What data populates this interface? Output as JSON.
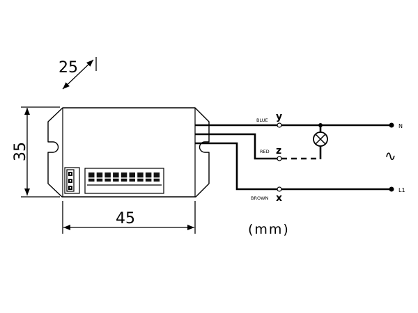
{
  "dimensions": {
    "depth": "25",
    "height": "35",
    "width": "45",
    "unit": "(mm)"
  },
  "wires": {
    "blue": {
      "color_label": "BLUE",
      "terminal": "y"
    },
    "red": {
      "color_label": "RED",
      "terminal": "z"
    },
    "brown": {
      "color_label": "BROWN",
      "terminal": "x"
    }
  },
  "supply": {
    "neutral": "N",
    "line": "L1",
    "ac_symbol": "∿"
  },
  "icons": {
    "lamp": "lamp-icon",
    "arrow": "arrowhead-icon"
  },
  "colors": {
    "line": "#000000",
    "background": "#ffffff"
  }
}
